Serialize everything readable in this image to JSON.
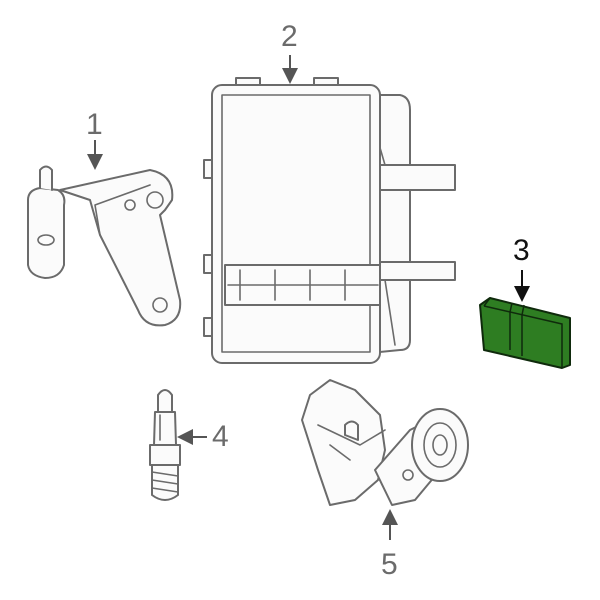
{
  "callouts": [
    {
      "number": "1",
      "part": "bracket"
    },
    {
      "number": "2",
      "part": "control-module"
    },
    {
      "number": "3",
      "part": "highlighted-component",
      "highlighted": true
    },
    {
      "number": "4",
      "part": "spark-plug"
    },
    {
      "number": "5",
      "part": "engine-mount"
    }
  ],
  "colors": {
    "line": "#6b6b6b",
    "highlight_fill": "#2e7d22",
    "highlight_stroke": "#0f2a0c"
  }
}
